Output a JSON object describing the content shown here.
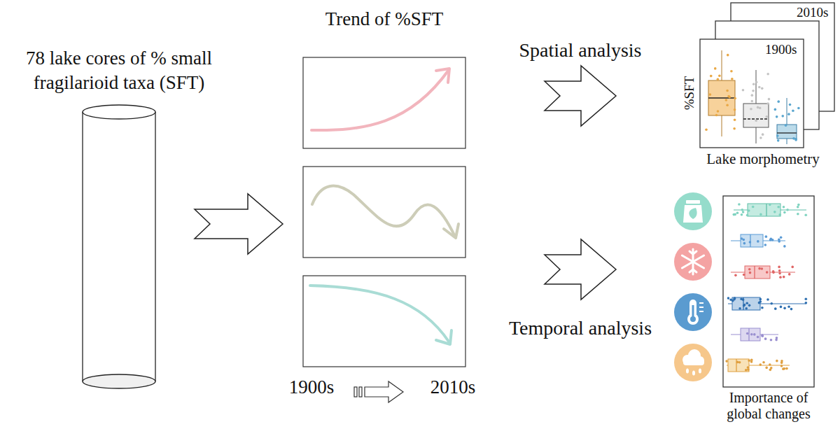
{
  "diagram": {
    "nodes": [
      {
        "text": [
          "78 lake cores of % small fragilarioid taxa (SFT)"
        ]
      },
      {
        "text": [
          "Trend of %SFT"
        ]
      },
      {
        "text": [
          "2010s",
          "1900s",
          "%SFT",
          "Lake morphometry"
        ]
      },
      {
        "text": [
          "Importance of global changes"
        ]
      }
    ],
    "edges": [
      {
        "from": 0,
        "to": 1,
        "arrow": "to"
      },
      {
        "from": 1,
        "to": 2,
        "label": "Spatial analysis",
        "arrow": "to"
      },
      {
        "from": 1,
        "to": 3,
        "label": "Temporal analysis",
        "arrow": "to"
      }
    ],
    "labels": [
      "1900s",
      "2010s"
    ]
  }
}
